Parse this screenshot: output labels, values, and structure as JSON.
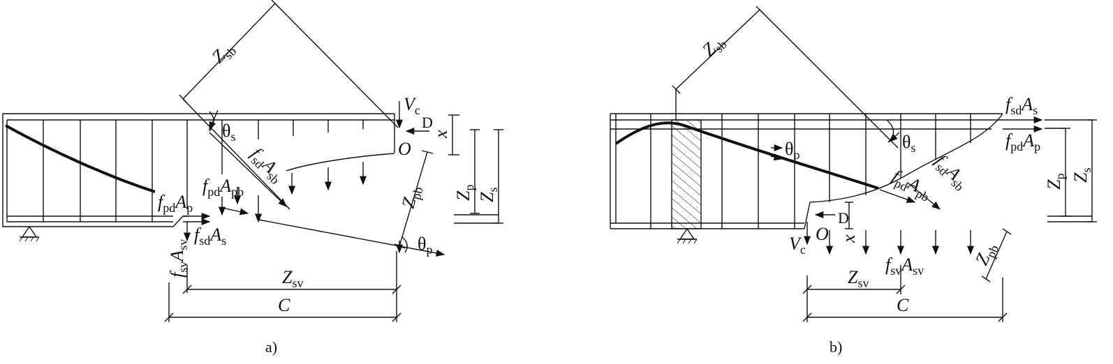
{
  "panel_a": {
    "caption": "a)",
    "labels": {
      "Zsb": [
        "Z",
        "sb"
      ],
      "Vc": [
        "V",
        "c"
      ],
      "D": "D",
      "x": "x",
      "O": "O",
      "theta_s": [
        "θ",
        "s"
      ],
      "fsdAsb": [
        "f",
        "sd",
        "A",
        "sb"
      ],
      "fpdApb": [
        "f",
        "pd",
        "A",
        "pb"
      ],
      "fpdAp": [
        "f",
        "pd",
        "A",
        "p"
      ],
      "fsdAs": [
        "f",
        "sd",
        "A",
        "s"
      ],
      "fsvAsv": [
        "f",
        "sv",
        "A",
        "sv"
      ],
      "Zpb": [
        "Z",
        "pb"
      ],
      "Zp": [
        "Z",
        "p"
      ],
      "Zs": [
        "Z",
        "s"
      ],
      "theta_p": [
        "θ",
        "p"
      ],
      "Zsv": [
        "Z",
        "sv"
      ],
      "C": "C"
    }
  },
  "panel_b": {
    "caption": "b)",
    "labels": {
      "Zsb": [
        "Z",
        "sb"
      ],
      "fsdAs": [
        "f",
        "sd",
        "A",
        "s"
      ],
      "fpdAp": [
        "f",
        "pd",
        "A",
        "p"
      ],
      "theta_s": [
        "θ",
        "s"
      ],
      "theta_p": [
        "θ",
        "p"
      ],
      "fsdAsb": [
        "f",
        "sd",
        "A",
        "sb"
      ],
      "fpdApb": [
        "f",
        "pd",
        "A",
        "pb"
      ],
      "D": "D",
      "x": "x",
      "O": "O",
      "Vc": [
        "V",
        "c"
      ],
      "fsvAsv": [
        "f",
        "sv",
        "A",
        "sv"
      ],
      "Zpb": [
        "Z",
        "pb"
      ],
      "Zp": [
        "Z",
        "p"
      ],
      "Zs": [
        "Z",
        "s"
      ],
      "Zsv": [
        "Z",
        "sv"
      ],
      "C": "C"
    }
  }
}
